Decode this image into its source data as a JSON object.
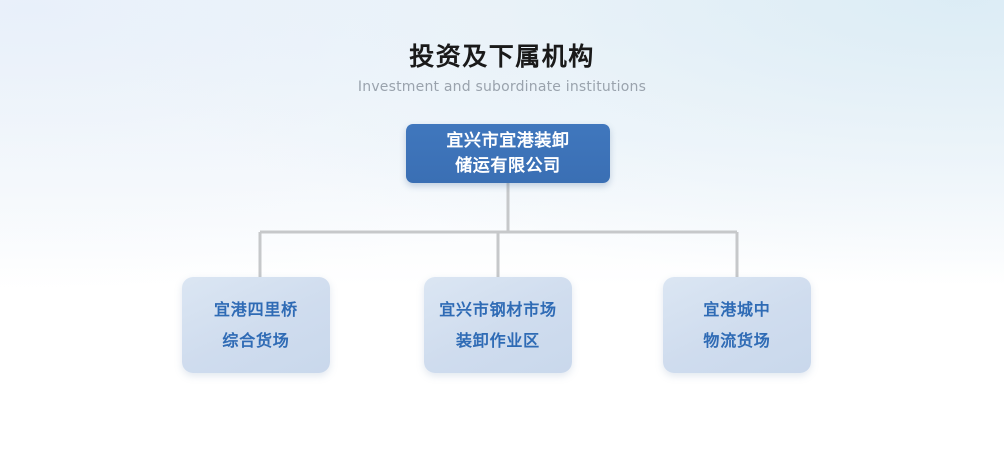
{
  "header": {
    "title_cn": "投资及下属机构",
    "title_en": "Investment and subordinate institutions"
  },
  "chart_data": {
    "type": "diagram",
    "diagram_kind": "organization-chart",
    "title": "投资及下属机构",
    "subtitle": "Investment and subordinate institutions",
    "orientation": "top-down",
    "levels": 2,
    "root": {
      "id": "root",
      "line1": "宜兴市宜港装卸",
      "line2": "储运有限公司",
      "full_label": "宜兴市宜港装卸储运有限公司",
      "fill": "#3d72b8",
      "text_color": "#ffffff"
    },
    "children": [
      {
        "id": "child-1",
        "line1": "宜港四里桥",
        "line2": "综合货场",
        "full_label": "宜港四里桥综合货场",
        "fill": "#cfdcee",
        "text_color": "#2f6bb5"
      },
      {
        "id": "child-2",
        "line1": "宜兴市钢材市场",
        "line2": "装卸作业区",
        "full_label": "宜兴市钢材市场装卸作业区",
        "fill": "#cfdcee",
        "text_color": "#2f6bb5"
      },
      {
        "id": "child-3",
        "line1": "宜港城中",
        "line2": "物流货场",
        "full_label": "宜港城中物流货场",
        "fill": "#cfdcee",
        "text_color": "#2f6bb5"
      }
    ],
    "edges": [
      {
        "from": "root",
        "to": "child-1"
      },
      {
        "from": "root",
        "to": "child-2"
      },
      {
        "from": "root",
        "to": "child-3"
      }
    ],
    "connector_color": "#c6c8ca",
    "background": "#ffffff"
  }
}
